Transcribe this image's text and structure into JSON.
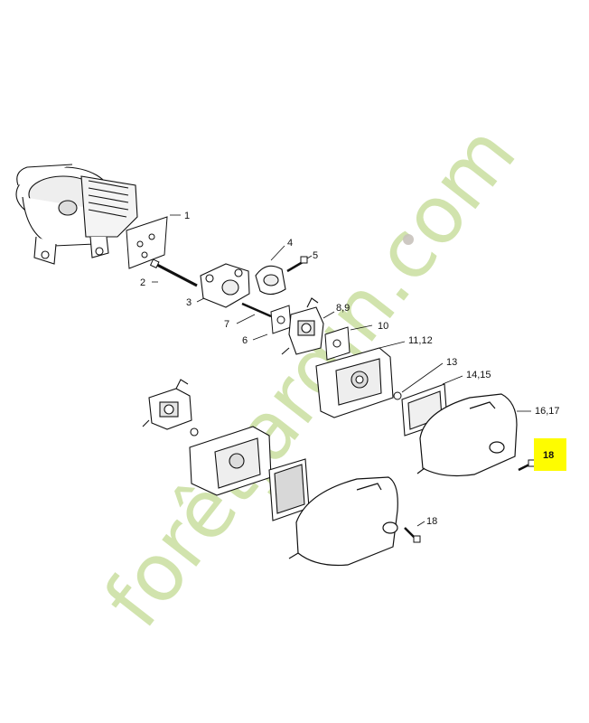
{
  "watermark": {
    "text_brand": "forêtjardin.com",
    "color_green": "#c9df9f",
    "color_gray": "#c8c2bb"
  },
  "labels": {
    "p1": "1",
    "p2": "2",
    "p3": "3",
    "p4": "4",
    "p5": "5",
    "p6": "6",
    "p7": "7",
    "p8_9": "8,9",
    "p10": "10",
    "p11_12": "11,12",
    "p13": "13",
    "p14_15": "14,15",
    "p16_17": "16,17",
    "p18_highlight": "18",
    "p18": "18"
  },
  "highlight_color": "#fefc00"
}
